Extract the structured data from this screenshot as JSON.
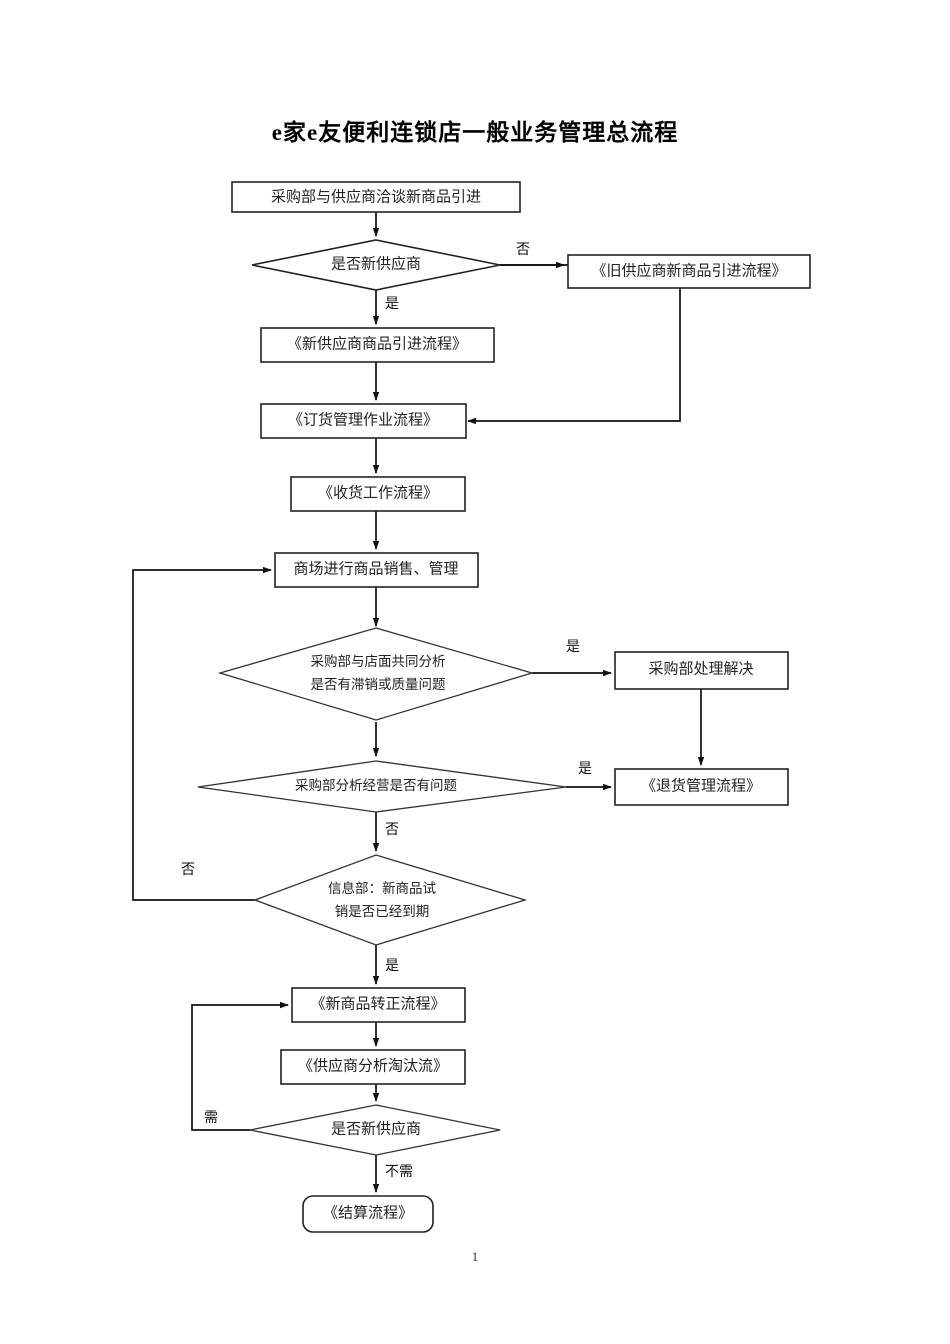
{
  "document": {
    "title": "e家e友便利连锁店一般业务管理总流程",
    "page_number": "1"
  },
  "chart_data": {
    "type": "diagram",
    "diagram_kind": "flowchart",
    "title": "e家e友便利连锁店一般业务管理总流程",
    "nodes": [
      {
        "id": "n1",
        "shape": "process",
        "label": "采购部与供应商洽谈新商品引进"
      },
      {
        "id": "n2",
        "shape": "decision",
        "label": "是否新供应商"
      },
      {
        "id": "n3",
        "shape": "process",
        "label": "《旧供应商新商品引进流程》"
      },
      {
        "id": "n4",
        "shape": "process",
        "label": "《新供应商商品引进流程》"
      },
      {
        "id": "n5",
        "shape": "process",
        "label": "《订货管理作业流程》"
      },
      {
        "id": "n6",
        "shape": "process",
        "label": "《收货工作流程》"
      },
      {
        "id": "n7",
        "shape": "process",
        "label": "商场进行商品销售、管理"
      },
      {
        "id": "n8",
        "shape": "decision",
        "label_line1": "采购部与店面共同分析",
        "label_line2": "是否有滞销或质量问题"
      },
      {
        "id": "n9",
        "shape": "process",
        "label": "采购部处理解决"
      },
      {
        "id": "n10",
        "shape": "decision",
        "label": "采购部分析经营是否有问题"
      },
      {
        "id": "n11",
        "shape": "process",
        "label": "《退货管理流程》"
      },
      {
        "id": "n12",
        "shape": "decision",
        "label_line1": "信息部：新商品试",
        "label_line2": "销是否已经到期"
      },
      {
        "id": "n13",
        "shape": "process",
        "label": "《新商品转正流程》"
      },
      {
        "id": "n14",
        "shape": "process",
        "label": "《供应商分析淘汰流》"
      },
      {
        "id": "n15",
        "shape": "decision",
        "label": "是否新供应商"
      },
      {
        "id": "n16",
        "shape": "terminator",
        "label": "《结算流程》"
      }
    ],
    "edges": [
      {
        "from": "n1",
        "to": "n2",
        "label": ""
      },
      {
        "from": "n2",
        "to": "n3",
        "label": "否"
      },
      {
        "from": "n2",
        "to": "n4",
        "label": "是"
      },
      {
        "from": "n4",
        "to": "n5",
        "label": ""
      },
      {
        "from": "n3",
        "to": "n5",
        "label": ""
      },
      {
        "from": "n5",
        "to": "n6",
        "label": ""
      },
      {
        "from": "n6",
        "to": "n7",
        "label": ""
      },
      {
        "from": "n7",
        "to": "n8",
        "label": ""
      },
      {
        "from": "n8",
        "to": "n9",
        "label": "是"
      },
      {
        "from": "n8",
        "to": "n10",
        "label": ""
      },
      {
        "from": "n9",
        "to": "n11",
        "label": ""
      },
      {
        "from": "n10",
        "to": "n11",
        "label": "是"
      },
      {
        "from": "n10",
        "to": "n12",
        "label": "否"
      },
      {
        "from": "n12",
        "to": "n7",
        "label": "否"
      },
      {
        "from": "n12",
        "to": "n13",
        "label": "是"
      },
      {
        "from": "n13",
        "to": "n14",
        "label": ""
      },
      {
        "from": "n14",
        "to": "n15",
        "label": ""
      },
      {
        "from": "n15",
        "to": "n13",
        "label": "需"
      },
      {
        "from": "n15",
        "to": "n16",
        "label": "不需"
      }
    ],
    "edge_labels": [
      "否",
      "是",
      "是",
      "是",
      "否",
      "否",
      "是",
      "需",
      "不需"
    ]
  },
  "colors": {
    "stroke": "#222222",
    "text": "#222222",
    "background": "#ffffff"
  }
}
